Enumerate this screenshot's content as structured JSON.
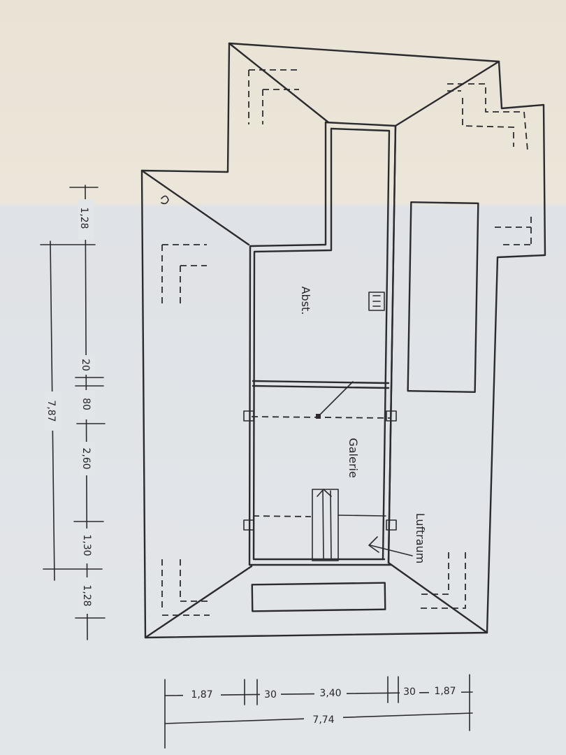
{
  "rooms": {
    "abstellraum": "Abst.",
    "galerie": "Galerie",
    "luftraum": "Luftraum"
  },
  "dimensions": {
    "horizontal_segments": [
      "1,87",
      "30",
      "3,40",
      "30",
      "1,87"
    ],
    "horizontal_total": "7,74",
    "vertical_segments": [
      "1,28",
      "20",
      "80",
      "2,60",
      "1,30",
      "1,28"
    ],
    "vertical_total": "7,87"
  },
  "colors": {
    "ink": "#2b2b2f",
    "paper_top": "#ece6da",
    "paper_bottom": "#e3e6e9"
  }
}
